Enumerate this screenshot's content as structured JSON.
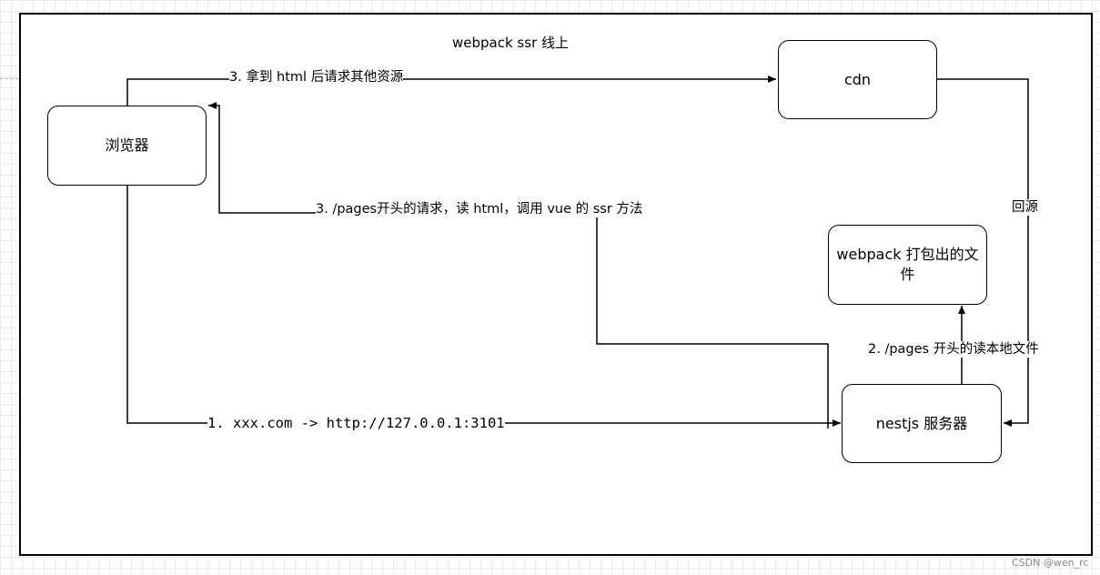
{
  "title": "webpack ssr 线上",
  "nodes": {
    "browser": "浏览器",
    "cdn": "cdn",
    "webpack_files": "webpack 打包出的文件",
    "nestjs": "nestjs 服务器"
  },
  "edges": {
    "browser_to_nestjs": "1. xxx.com -> http://127.0.0.1:3101",
    "nestjs_to_files": "2. /pages 开头的读本地文件",
    "browser_to_cdn": "3. 拿到 html 后请求其他资源",
    "nestjs_to_browser": "3. /pages开头的请求，读 html，调用 vue  的 ssr 方法",
    "cdn_to_nestjs": "回源"
  },
  "watermark": "CSDN @wen_rc",
  "colors": {
    "stroke": "#000000",
    "grid": "#ececec"
  }
}
